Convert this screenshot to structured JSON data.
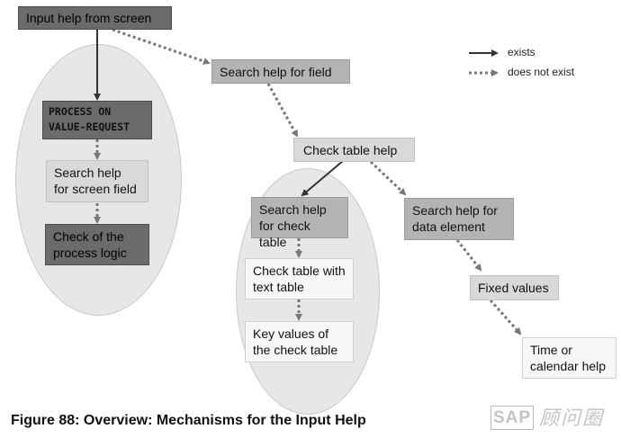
{
  "diagram": {
    "nodes": {
      "input_help_from_screen": "Input help from screen",
      "process_on_value_request": [
        "PROCESS ON",
        "VALUE-REQUEST"
      ],
      "search_help_for_screen_field": [
        "Search help",
        "for screen field"
      ],
      "check_of_process_logic": [
        "Check of the",
        "process logic"
      ],
      "search_help_for_field": "Search help for field",
      "check_table_help": "Check table help",
      "search_help_for_check_table": [
        "Search help",
        "for check table"
      ],
      "check_table_with_text_table": [
        "Check table with",
        "text table"
      ],
      "key_values_of_check_table": [
        "Key values of",
        "the check table"
      ],
      "search_help_for_data_element": [
        "Search help for",
        "data element"
      ],
      "fixed_values": "Fixed values",
      "time_or_calendar_help": [
        "Time or",
        "calendar help"
      ]
    },
    "edges": [
      {
        "from": "input_help_from_screen",
        "to": "process_on_value_request",
        "style": "exists"
      },
      {
        "from": "process_on_value_request",
        "to": "search_help_for_screen_field",
        "style": "does-not-exist"
      },
      {
        "from": "search_help_for_screen_field",
        "to": "check_of_process_logic",
        "style": "does-not-exist"
      },
      {
        "from": "input_help_from_screen",
        "to": "search_help_for_field",
        "style": "does-not-exist"
      },
      {
        "from": "search_help_for_field",
        "to": "check_table_help",
        "style": "does-not-exist"
      },
      {
        "from": "check_table_help",
        "to": "search_help_for_check_table",
        "style": "exists"
      },
      {
        "from": "search_help_for_check_table",
        "to": "check_table_with_text_table",
        "style": "does-not-exist"
      },
      {
        "from": "check_table_with_text_table",
        "to": "key_values_of_check_table",
        "style": "does-not-exist"
      },
      {
        "from": "check_table_help",
        "to": "search_help_for_data_element",
        "style": "does-not-exist"
      },
      {
        "from": "search_help_for_data_element",
        "to": "fixed_values",
        "style": "does-not-exist"
      },
      {
        "from": "fixed_values",
        "to": "time_or_calendar_help",
        "style": "does-not-exist"
      }
    ],
    "legend": {
      "exists": "exists",
      "does_not_exist": "does not exist"
    },
    "caption": "Figure 88: Overview: Mechanisms for the Input Help",
    "watermark": {
      "logo": "SAP",
      "text": "顾问圈"
    },
    "colors": {
      "ellipse": "#e7e7e7",
      "dark_box": "#6b6b6b",
      "mid_box": "#b4b4b4",
      "light_box": "#d9d9d9",
      "white_box": "#f7f7f7",
      "arrow": "#333333",
      "dotted_arrow": "#777777"
    }
  }
}
